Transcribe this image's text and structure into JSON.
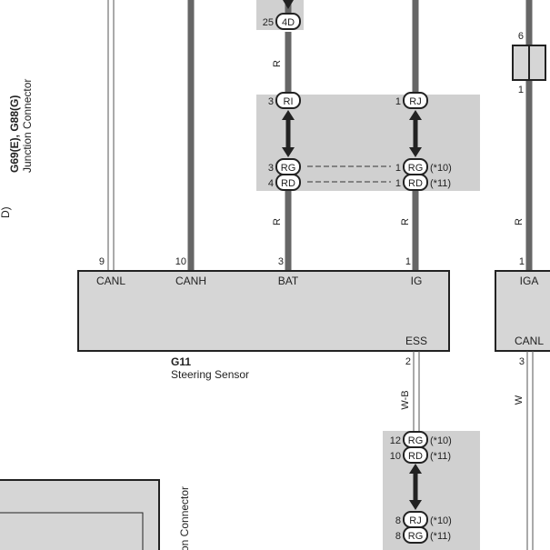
{
  "colors": {
    "wire_power": "#666666",
    "shade": "#d0d0d0",
    "box_fill": "#d6d6d6",
    "box_stroke": "#222222",
    "text": "#222222"
  },
  "connector_junction": {
    "code": "G69(E), G88(G)",
    "name": "Junction Connector",
    "fragment": "D)"
  },
  "steering_sensor": {
    "code": "G11",
    "name": "Steering Sensor",
    "terminals": {
      "canl": "CANL",
      "canh": "CANH",
      "bat": "BAT",
      "ig": "IG",
      "ess": "ESS"
    },
    "pins": {
      "canl": "9",
      "canh": "10",
      "bat": "3",
      "ig": "1",
      "ess": "2"
    }
  },
  "right_component": {
    "terminals": {
      "iga": "IGA",
      "canl": "CANL"
    },
    "pins": {
      "top": "1",
      "bottom": "3",
      "conn_top": "6",
      "conn_bottom": "1"
    }
  },
  "wires": {
    "r1": "R",
    "r2": "R",
    "r3": "R",
    "r4": "R",
    "wb": "W-B",
    "w": "W"
  },
  "junctions": {
    "top_4d": {
      "pin": "25",
      "label": "4D"
    },
    "ri": {
      "pin": "3",
      "label": "RI"
    },
    "rj_top": {
      "pin": "1",
      "label": "RJ"
    },
    "rg_left": {
      "pin": "3",
      "label": "RG"
    },
    "rd_left": {
      "pin": "4",
      "label": "RD"
    },
    "rg_right": {
      "pin": "1",
      "label": "RG",
      "note": "(*10)"
    },
    "rd_right": {
      "pin": "1",
      "label": "RD",
      "note": "(*11)"
    },
    "rg_low": {
      "pin": "12",
      "label": "RG",
      "note": "(*10)"
    },
    "rd_low": {
      "pin": "10",
      "label": "RD",
      "note": "(*11)"
    },
    "rj_bottom": {
      "pin": "8",
      "label": "RJ",
      "note": "(*10)"
    },
    "rg_bottom": {
      "pin": "8",
      "label": "RG",
      "note": "(*11)"
    }
  },
  "bottom_connector": {
    "fragment": "on Connector"
  }
}
